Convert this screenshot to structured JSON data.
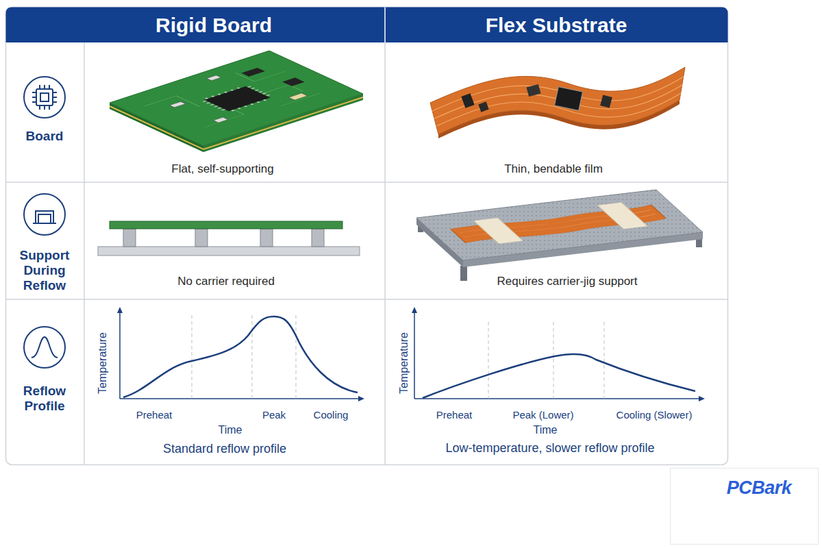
{
  "diagram": {
    "labels": [
      "Rigid Board",
      "Flex Substrate",
      "Board",
      "Flat, self-supporting",
      "Thin, bendable film",
      "Support During Reflow",
      "No carrier required",
      "Requires carrier-jig support",
      "Reflow Profile",
      "Temperature",
      "Preheat",
      "Peak",
      "Cooling",
      "Time",
      "Standard reflow profile",
      "Temperature",
      "Preheat",
      "Peak (Lower)",
      "Cooling (Slower)",
      "Time",
      "Low-temperature, slower reflow profile",
      "PCBark"
    ]
  }
}
